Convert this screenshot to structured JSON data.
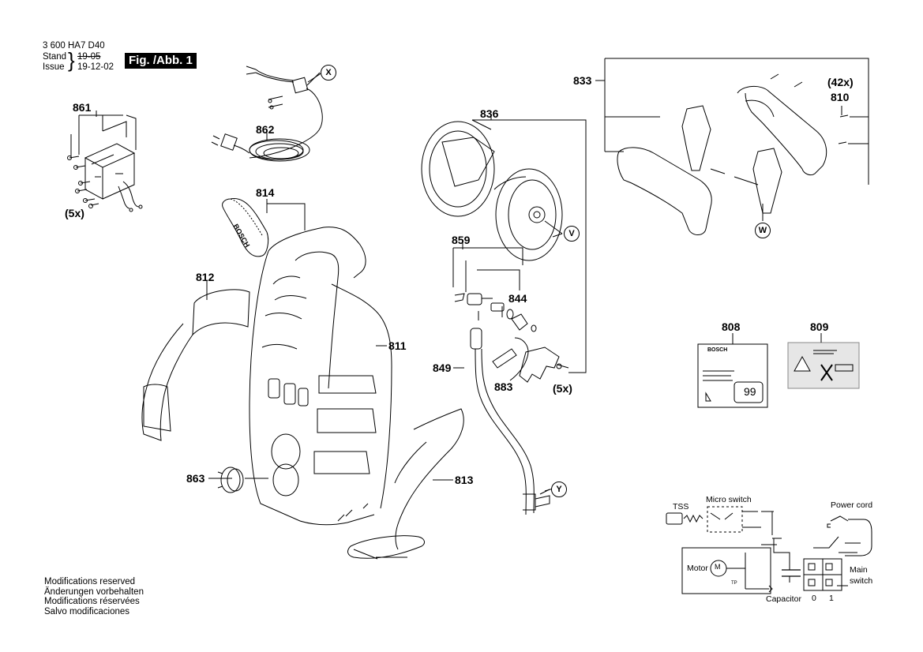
{
  "header": {
    "doc_number": "3 600 HA7 D40",
    "stand_label": "Stand",
    "issue_label": "Issue",
    "brace": "}",
    "date_struck": "19-05",
    "date_current": "19-12-02",
    "figure_label": "Fig. /Abb. 1"
  },
  "parts": {
    "p861": "861",
    "p862": "862",
    "p814": "814",
    "p812": "812",
    "p811": "811",
    "p863": "863",
    "p813": "813",
    "p836": "836",
    "p859": "859",
    "p844": "844",
    "p849": "849",
    "p883": "883",
    "p833": "833",
    "p810": "810",
    "p808": "808",
    "p809": "809"
  },
  "quantities": {
    "q861": "(5x)",
    "q883": "(5x)",
    "q810": "(42x)"
  },
  "callouts": {
    "X": "X",
    "V": "V",
    "W": "W",
    "Y": "Y"
  },
  "labels_on_parts": {
    "logo_text": "BOSCH",
    "sticker_brand": "BOSCH",
    "sticker_value": "99"
  },
  "schematic": {
    "tss": "TSS",
    "micro_switch": "Micro switch",
    "power_cord": "Power cord",
    "motor": "Motor",
    "motor_symbol": "M",
    "tp": "TP",
    "main_switch_line1": "Main",
    "main_switch_line2": "switch",
    "capacitor": "Capacitor",
    "pos_0": "0",
    "pos_1": "1"
  },
  "footer": {
    "lines": [
      "Modifications reserved",
      "Änderungen vorbehalten",
      "Modifications réservées",
      "Salvo modificaciones"
    ]
  }
}
